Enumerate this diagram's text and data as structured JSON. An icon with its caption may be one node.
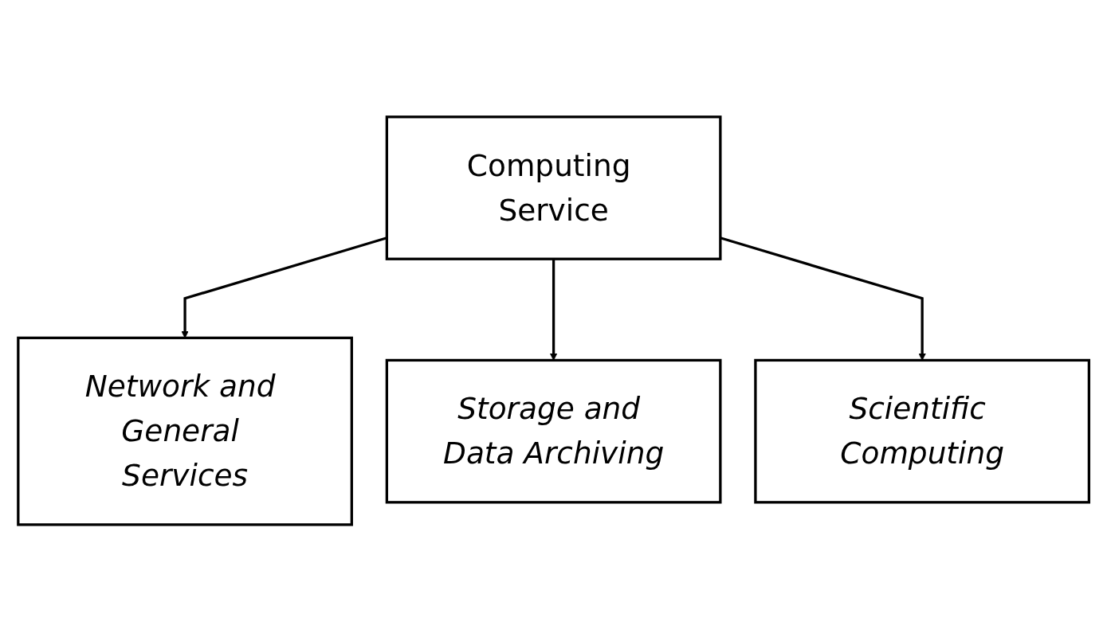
{
  "diagram": {
    "nodes": [
      {
        "text": [
          "Computing Service"
        ]
      },
      {
        "text": [
          "Network and General Services"
        ]
      },
      {
        "text": [
          "Storage and Data Archiving"
        ]
      },
      {
        "text": [
          "Scientific Computing"
        ]
      }
    ],
    "edges": [
      {
        "from": 0,
        "to": 1,
        "arrow": "to"
      },
      {
        "from": 0,
        "to": 2,
        "arrow": "to"
      },
      {
        "from": 0,
        "to": 3,
        "arrow": "to"
      }
    ]
  }
}
